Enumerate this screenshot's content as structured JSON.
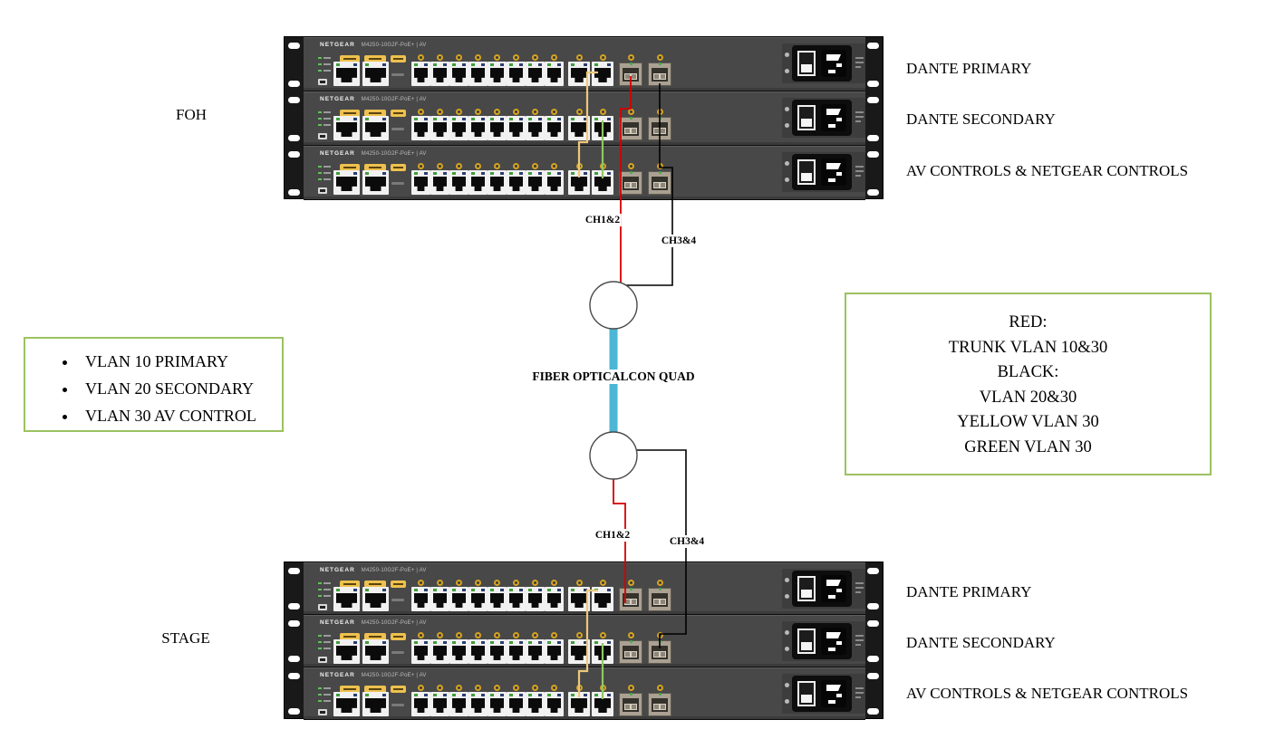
{
  "diagram": {
    "foh_label": "FOH",
    "stage_label": "STAGE",
    "fiber_label": "FIBER OPTICALCON QUAD",
    "foh_ch12": "CH1&2",
    "foh_ch34": "CH3&4",
    "stage_ch12": "CH1&2",
    "stage_ch34": "CH3&4"
  },
  "switch": {
    "brand": "NETGEAR",
    "model": "M4250-10G2F-PoE+ | AV"
  },
  "racks": [
    {
      "name": "FOH",
      "rows": [
        "DANTE PRIMARY",
        "DANTE SECONDARY",
        "AV CONTROLS & NETGEAR CONTROLS"
      ]
    },
    {
      "name": "STAGE",
      "rows": [
        "DANTE PRIMARY",
        "DANTE SECONDARY",
        "AV CONTROLS & NETGEAR CONTROLS"
      ]
    }
  ],
  "vlan_box": {
    "items": [
      "VLAN 10 PRIMARY",
      "VLAN 20 SECONDARY",
      "VLAN 30 AV CONTROL"
    ]
  },
  "legend_box": {
    "lines": [
      "RED:",
      "TRUNK VLAN 10&30",
      "BLACK:",
      "VLAN 20&30",
      "YELLOW VLAN 30",
      "GREEN VLAN 30"
    ]
  },
  "colors": {
    "red": "#d60000",
    "black": "#000000",
    "yellow": "#edc879",
    "green": "#8fc863",
    "fiber_blue": "#4cb6d7",
    "box_border": "#9cc25f"
  }
}
